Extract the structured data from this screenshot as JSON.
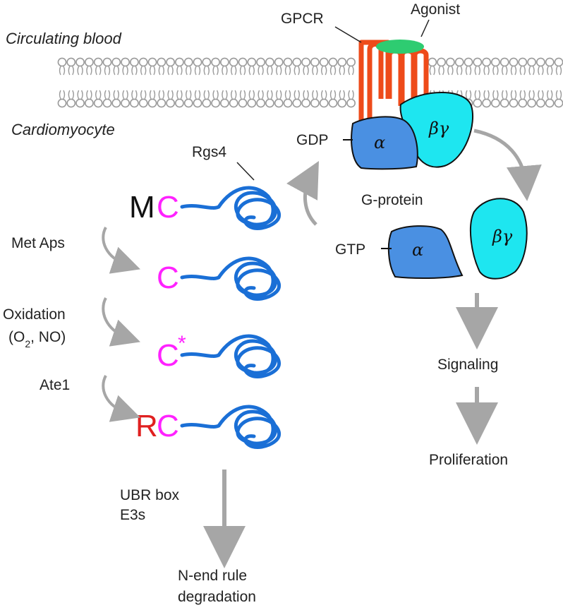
{
  "regions": {
    "extracellular": "Circulating blood",
    "intracellular": "Cardiomyocyte"
  },
  "membrane_labels": {
    "receptor": "GPCR",
    "ligand": "Agonist"
  },
  "gprotein": {
    "gdp": "GDP",
    "gtp": "GTP",
    "name": "G-protein",
    "alpha": "α",
    "beta_gamma": "βγ"
  },
  "rgs4": {
    "label": "Rgs4",
    "states": [
      {
        "prefix": "M",
        "residue": "C",
        "suffix": ""
      },
      {
        "prefix": "",
        "residue": "C",
        "suffix": ""
      },
      {
        "prefix": "",
        "residue": "C",
        "suffix": "*"
      },
      {
        "prefix": "R",
        "residue": "C",
        "suffix": ""
      }
    ]
  },
  "steps": {
    "met_aps": "Met Aps",
    "oxidation": "Oxidation",
    "oxidants_open": "(O",
    "oxidants_sub": "2",
    "oxidants_close": ", NO)",
    "ate1": "Ate1",
    "ubr_line1": "UBR box",
    "ubr_line2": "E3s",
    "degradation_line1": "N-end rule",
    "degradation_line2": "degradation"
  },
  "outputs": {
    "signaling": "Signaling",
    "proliferation": "Proliferation"
  },
  "colors": {
    "membrane": "#9a9a9a",
    "gpcr": "#ee4b1a",
    "agonist": "#2ecc71",
    "alpha": "#4a90e2",
    "beta_gamma": "#1ee6f0",
    "rgs4": "#1a6fd6",
    "cysteine": "#ff22ff",
    "arginine": "#e02020",
    "arrow": "#a6a6a6"
  }
}
